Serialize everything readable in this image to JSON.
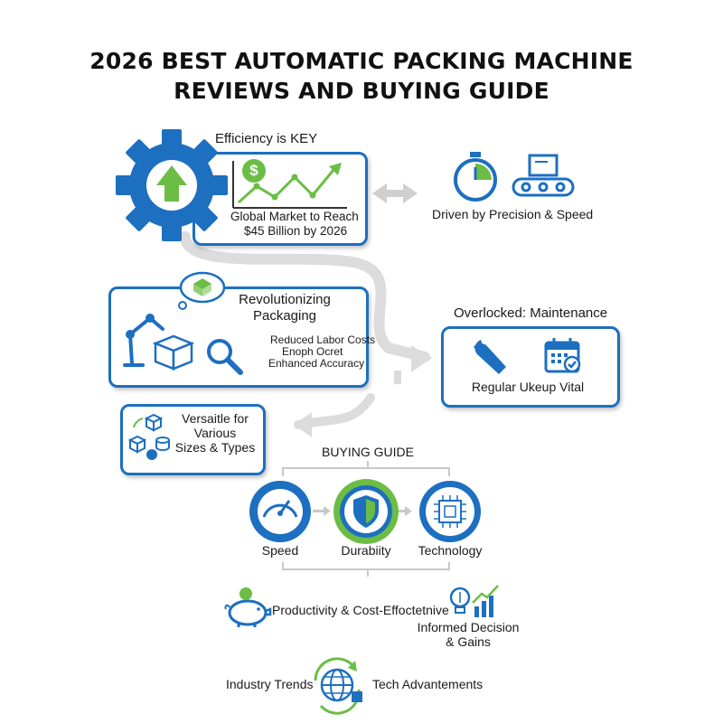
{
  "title": {
    "line1": "2026 BEST AUTOMATIC PACKING MACHINE",
    "line2": "REVIEWS AND BUYING GUIDE"
  },
  "efficiency": {
    "heading": "Efficiency is KEY",
    "market_line1": "Global Market to Reach",
    "market_line2": "$45 Billion by 2026",
    "dollar_symbol": "$"
  },
  "precision": {
    "label": "Driven by Precision & Speed"
  },
  "revolution": {
    "heading_line1": "Revolutionizing",
    "heading_line2": "Packaging",
    "benefits": [
      "Reduced Labor Costs",
      "Enoph Ocret",
      "Enhanced Accuracy"
    ]
  },
  "maintenance": {
    "heading": "Overlocked: Maintenance",
    "label": "Regular Ukeup Vital"
  },
  "versatile": {
    "line1": "Versaitle for",
    "line2": "Various",
    "line3": "Sizes & Types"
  },
  "buying_guide": {
    "heading": "BUYING GUIDE",
    "items": [
      {
        "label": "Speed",
        "icon": "speedometer-icon"
      },
      {
        "label": "Durabiity",
        "icon": "shield-check-icon"
      },
      {
        "label": "Technology",
        "icon": "microchip-icon"
      }
    ]
  },
  "outcomes": {
    "productivity": "Productivity & Cost-Effoctetnive",
    "decision_line1": "Informed Decision",
    "decision_line2": "& Gains"
  },
  "footer": {
    "left": "Industry Trends",
    "right": "Tech Advantements"
  },
  "colors": {
    "primary_blue": "#1d6fc0",
    "accent_green": "#6cbd45",
    "connector_gray": "#d9d9d9"
  }
}
